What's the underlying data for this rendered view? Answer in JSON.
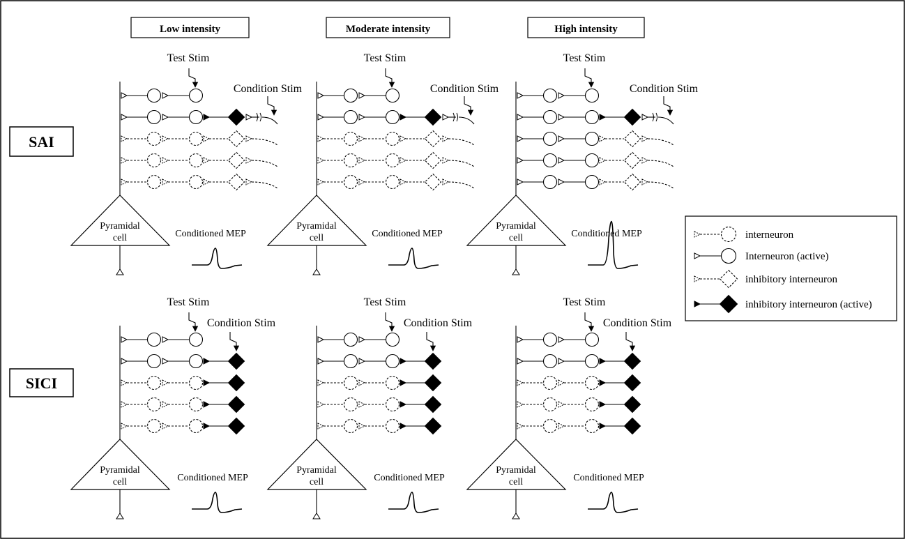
{
  "columns": [
    {
      "title": "Low intensity",
      "sai_active_rows": 2,
      "sai_mep_amp": 1
    },
    {
      "title": "Moderate  intensity",
      "sai_active_rows": 2,
      "sai_mep_amp": 1
    },
    {
      "title": "High  intensity",
      "sai_active_rows": 5,
      "sai_mep_amp": 2.6
    }
  ],
  "rows": [
    {
      "label": "SAI",
      "type": "SAI"
    },
    {
      "label": "SICI",
      "type": "SICI"
    }
  ],
  "labels": {
    "test_stim": "Test Stim",
    "condition_stim": "Condition Stim",
    "pyramidal_line1": "Pyramidal",
    "pyramidal_line2": "cell",
    "conditioned_mep": "Conditioned MEP"
  },
  "sici_active_rows": 2,
  "legend": [
    {
      "label": "interneuron",
      "shape": "circle",
      "active": false
    },
    {
      "label": "Interneuron  (active)",
      "shape": "circle",
      "active": true
    },
    {
      "label": "inhibitory  interneuron",
      "shape": "diamond",
      "active": false
    },
    {
      "label": "inhibitory  interneuron  (active)",
      "shape": "diamond",
      "active": true
    }
  ],
  "colors": {
    "stroke": "#000000",
    "background": "#ffffff"
  }
}
